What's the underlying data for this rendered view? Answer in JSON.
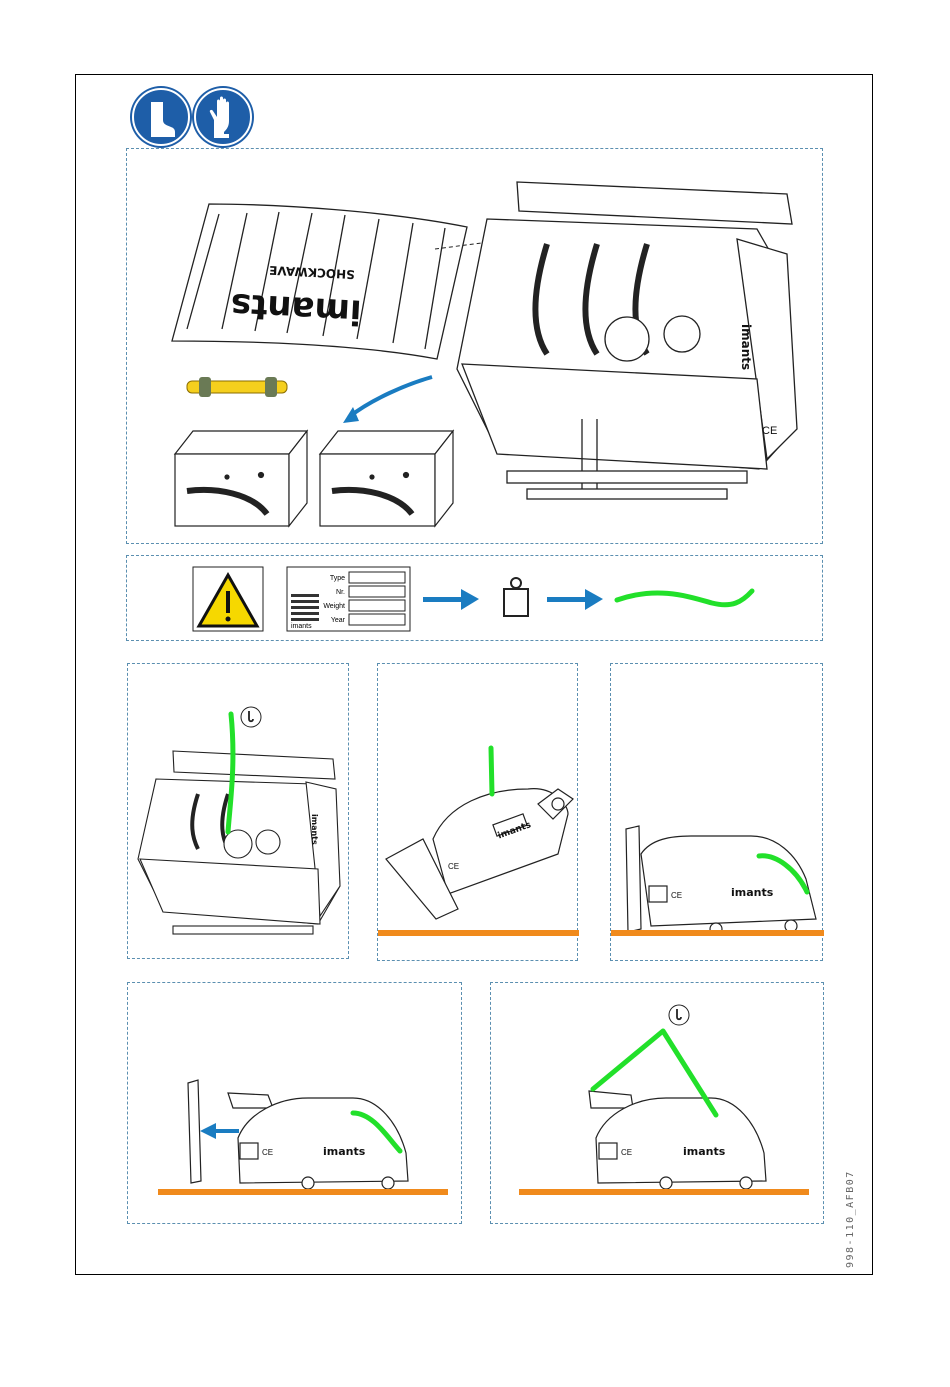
{
  "document": {
    "id": "998-110_AFB07"
  },
  "brand": {
    "name": "imants",
    "product": "SHOCKWAVE",
    "mark": "CE"
  },
  "type_plate": {
    "fields": [
      "Type",
      "Nr.",
      "Weight",
      "Year"
    ]
  },
  "icons": {
    "ppe": [
      "safety-boots-icon",
      "safety-gloves-icon"
    ],
    "warning": "warning-triangle-icon",
    "weight": "weight-icon",
    "hook": "lifting-hook-icon"
  },
  "colors": {
    "ppe_blue": "#1e5ea8",
    "arrow_blue": "#1a7cc1",
    "sling_green": "#22e02a",
    "ground_orange": "#f08a1c",
    "shaft_yellow": "#f5cf1d",
    "warning_yellow": "#f6d800",
    "dash_blue": "#5b8fb0"
  }
}
